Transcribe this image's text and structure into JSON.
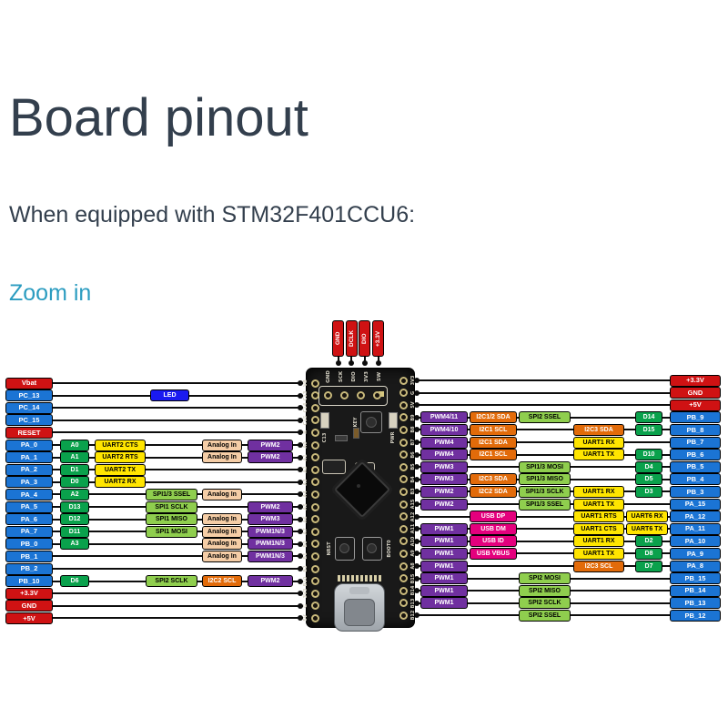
{
  "header": {
    "title": "Board pinout",
    "subtitle": "When equipped with STM32F401CCU6:",
    "zoom_link": "Zoom in"
  },
  "diagram": {
    "colors": {
      "power": {
        "bg": "#cf1213",
        "fg": "#ffffff"
      },
      "gpio": {
        "bg": "#1b74d4",
        "fg": "#ffffff"
      },
      "ad": {
        "bg": "#0aa14c",
        "fg": "#ffffff"
      },
      "uart": {
        "bg": "#ffe500",
        "fg": "#000000"
      },
      "spi": {
        "bg": "#8fce4e",
        "fg": "#000000"
      },
      "analog": {
        "bg": "#f5cda6",
        "fg": "#000000"
      },
      "pwm": {
        "bg": "#7030a0",
        "fg": "#ffffff"
      },
      "i2c": {
        "bg": "#e26b0a",
        "fg": "#ffffff"
      },
      "usbp": {
        "bg": "#e4007d",
        "fg": "#ffffff"
      },
      "led": {
        "bg": "#1a1af0",
        "fg": "#ffffff"
      }
    },
    "left_rows": [
      {
        "pin": "Vbat",
        "c": "power",
        "boxes": []
      },
      {
        "pin": "PC_13",
        "c": "gpio",
        "boxes": [
          [
            "LED",
            "led",
            "led"
          ]
        ]
      },
      {
        "pin": "PC_14",
        "c": "gpio",
        "boxes": []
      },
      {
        "pin": "PC_15",
        "c": "gpio",
        "boxes": []
      },
      {
        "pin": "RESET",
        "c": "power",
        "boxes": []
      },
      {
        "pin": "PA_0",
        "c": "gpio",
        "boxes": [
          [
            "A0",
            "ad",
            "ad"
          ],
          [
            "UART2 CTS",
            "uart",
            "uart"
          ],
          [
            "Analog In",
            "analog",
            "analog"
          ],
          [
            "PWM2",
            "pwm",
            "pwm"
          ]
        ]
      },
      {
        "pin": "PA_1",
        "c": "gpio",
        "boxes": [
          [
            "A1",
            "ad",
            "ad"
          ],
          [
            "UART2 RTS",
            "uart",
            "uart"
          ],
          [
            "Analog In",
            "analog",
            "analog"
          ],
          [
            "PWM2",
            "pwm",
            "pwm"
          ]
        ]
      },
      {
        "pin": "PA_2",
        "c": "gpio",
        "boxes": [
          [
            "D1",
            "ad",
            "ad"
          ],
          [
            "UART2 TX",
            "uart",
            "uart"
          ]
        ]
      },
      {
        "pin": "PA_3",
        "c": "gpio",
        "boxes": [
          [
            "D0",
            "ad",
            "ad"
          ],
          [
            "UART2 RX",
            "uart",
            "uart"
          ]
        ]
      },
      {
        "pin": "PA_4",
        "c": "gpio",
        "boxes": [
          [
            "A2",
            "ad",
            "ad"
          ],
          [
            "SPI1/3 SSEL",
            "spi",
            "spi"
          ],
          [
            "Analog In",
            "analog",
            "analog"
          ]
        ]
      },
      {
        "pin": "PA_5",
        "c": "gpio",
        "boxes": [
          [
            "D13",
            "ad",
            "ad"
          ],
          [
            "SPI1 SCLK",
            "spi",
            "spi"
          ],
          [
            "PWM2",
            "pwm",
            "pwm"
          ]
        ]
      },
      {
        "pin": "PA_6",
        "c": "gpio",
        "boxes": [
          [
            "D12",
            "ad",
            "ad"
          ],
          [
            "SPI1 MISO",
            "spi",
            "spi"
          ],
          [
            "Analog In",
            "analog",
            "analog"
          ],
          [
            "PWM3",
            "pwm",
            "pwm"
          ]
        ]
      },
      {
        "pin": "PA_7",
        "c": "gpio",
        "boxes": [
          [
            "D11",
            "ad",
            "ad"
          ],
          [
            "SPI1 MOSI",
            "spi",
            "spi"
          ],
          [
            "Analog In",
            "analog",
            "analog"
          ],
          [
            "PWM1N/3",
            "pwm",
            "pwm"
          ]
        ]
      },
      {
        "pin": "PB_0",
        "c": "gpio",
        "boxes": [
          [
            "A3",
            "ad",
            "ad"
          ],
          [
            "Analog In",
            "analog",
            "analog"
          ],
          [
            "PWM1N/3",
            "pwm",
            "pwm"
          ]
        ]
      },
      {
        "pin": "PB_1",
        "c": "gpio",
        "boxes": [
          [
            "Analog In",
            "analog",
            "analog"
          ],
          [
            "PWM1N/3",
            "pwm",
            "pwm"
          ]
        ]
      },
      {
        "pin": "PB_2",
        "c": "gpio",
        "boxes": []
      },
      {
        "pin": "PB_10",
        "c": "gpio",
        "boxes": [
          [
            "D6",
            "ad",
            "ad"
          ],
          [
            "SPI2 SCLK",
            "spi",
            "spi"
          ],
          [
            "I2C2 SCL",
            "i2c",
            "analog"
          ],
          [
            "PWM2",
            "pwm",
            "pwm"
          ]
        ]
      },
      {
        "pin": "+3.3V",
        "c": "power",
        "boxes": []
      },
      {
        "pin": "GND",
        "c": "power",
        "boxes": []
      },
      {
        "pin": "+5V",
        "c": "power",
        "boxes": []
      }
    ],
    "right_rows": [
      {
        "pin": "+3.3V",
        "c": "power",
        "boxes": []
      },
      {
        "pin": "GND",
        "c": "power",
        "boxes": []
      },
      {
        "pin": "+5V",
        "c": "power",
        "boxes": []
      },
      {
        "pin": "PB_9",
        "c": "gpio",
        "boxes": [
          [
            "PWM4/11",
            "pwm",
            "pwm"
          ],
          [
            "I2C1/2 SDA",
            "i2c",
            "usb"
          ],
          [
            "SPI2 SSEL",
            "spi",
            "spi"
          ],
          [
            "D14",
            "ad",
            "d"
          ]
        ]
      },
      {
        "pin": "PB_8",
        "c": "gpio",
        "boxes": [
          [
            "PWM4/10",
            "pwm",
            "pwm"
          ],
          [
            "I2C1 SCL",
            "i2c",
            "usb"
          ],
          [
            "I2C3 SDA",
            "i2c",
            "uart"
          ],
          [
            "D15",
            "ad",
            "d"
          ]
        ]
      },
      {
        "pin": "PB_7",
        "c": "gpio",
        "boxes": [
          [
            "PWM4",
            "pwm",
            "pwm"
          ],
          [
            "I2C1 SDA",
            "i2c",
            "usb"
          ],
          [
            "UART1 RX",
            "uart",
            "uart"
          ]
        ]
      },
      {
        "pin": "PB_6",
        "c": "gpio",
        "boxes": [
          [
            "PWM4",
            "pwm",
            "pwm"
          ],
          [
            "I2C1 SCL",
            "i2c",
            "usb"
          ],
          [
            "UART1 TX",
            "uart",
            "uart"
          ],
          [
            "D10",
            "ad",
            "d"
          ]
        ]
      },
      {
        "pin": "PB_5",
        "c": "gpio",
        "boxes": [
          [
            "PWM3",
            "pwm",
            "pwm"
          ],
          [
            "SPI1/3 MOSI",
            "spi",
            "spi"
          ],
          [
            "D4",
            "ad",
            "d"
          ]
        ]
      },
      {
        "pin": "PB_4",
        "c": "gpio",
        "boxes": [
          [
            "PWM3",
            "pwm",
            "pwm"
          ],
          [
            "I2C3 SDA",
            "i2c",
            "usb"
          ],
          [
            "SPI1/3 MISO",
            "spi",
            "spi"
          ],
          [
            "D5",
            "ad",
            "d"
          ]
        ]
      },
      {
        "pin": "PB_3",
        "c": "gpio",
        "boxes": [
          [
            "PWM2",
            "pwm",
            "pwm"
          ],
          [
            "I2C2 SDA",
            "i2c",
            "usb"
          ],
          [
            "SPI1/3 SCLK",
            "spi",
            "spi"
          ],
          [
            "UART1 RX",
            "uart",
            "uart"
          ],
          [
            "D3",
            "ad",
            "d"
          ]
        ]
      },
      {
        "pin": "PA_15",
        "c": "gpio",
        "boxes": [
          [
            "PWM2",
            "pwm",
            "pwm"
          ],
          [
            "SPI1/3 SSEL",
            "spi",
            "spi"
          ],
          [
            "UART1 TX",
            "uart",
            "uart"
          ]
        ]
      },
      {
        "pin": "PA_12",
        "c": "gpio",
        "boxes": [
          [
            "USB DP",
            "usbp",
            "usb"
          ],
          [
            "UART1 RTS",
            "uart",
            "uart"
          ],
          [
            "UART6 RX",
            "uart",
            "uart6"
          ]
        ]
      },
      {
        "pin": "PA_11",
        "c": "gpio",
        "boxes": [
          [
            "PWM1",
            "pwm",
            "pwm"
          ],
          [
            "USB DM",
            "usbp",
            "usb"
          ],
          [
            "UART1 CTS",
            "uart",
            "uart"
          ],
          [
            "UART6 TX",
            "uart",
            "uart6"
          ]
        ]
      },
      {
        "pin": "PA_10",
        "c": "gpio",
        "boxes": [
          [
            "PWM1",
            "pwm",
            "pwm"
          ],
          [
            "USB ID",
            "usbp",
            "usb"
          ],
          [
            "UART1 RX",
            "uart",
            "uart"
          ],
          [
            "D2",
            "ad",
            "d"
          ]
        ]
      },
      {
        "pin": "PA_9",
        "c": "gpio",
        "boxes": [
          [
            "PWM1",
            "pwm",
            "pwm"
          ],
          [
            "USB VBUS",
            "usbp",
            "usb"
          ],
          [
            "UART1 TX",
            "uart",
            "uart"
          ],
          [
            "D8",
            "ad",
            "d"
          ]
        ]
      },
      {
        "pin": "PA_8",
        "c": "gpio",
        "boxes": [
          [
            "PWM1",
            "pwm",
            "pwm"
          ],
          [
            "I2C3 SCL",
            "i2c",
            "uart"
          ],
          [
            "D7",
            "ad",
            "d"
          ]
        ]
      },
      {
        "pin": "PB_15",
        "c": "gpio",
        "boxes": [
          [
            "PWM1",
            "pwm",
            "pwm"
          ],
          [
            "SPI2 MOSI",
            "spi",
            "spi"
          ]
        ]
      },
      {
        "pin": "PB_14",
        "c": "gpio",
        "boxes": [
          [
            "PWM1",
            "pwm",
            "pwm"
          ],
          [
            "SPI2 MISO",
            "spi",
            "spi"
          ]
        ]
      },
      {
        "pin": "PB_13",
        "c": "gpio",
        "boxes": [
          [
            "PWM1",
            "pwm",
            "pwm"
          ],
          [
            "SPI2 SCLK",
            "spi",
            "spi"
          ]
        ]
      },
      {
        "pin": "PB_12",
        "c": "gpio",
        "boxes": [
          [
            "SPI2 SSEL",
            "spi",
            "spi"
          ]
        ]
      }
    ],
    "board": {
      "top_connector": [
        "GND",
        "DCLK",
        "DIO",
        "+3.3V"
      ],
      "silkscreen_header": [
        "GND",
        "SCK",
        "DIO",
        "3V3",
        "SW"
      ],
      "edge_left": [
        "VB",
        "C13",
        "C14",
        "C15",
        "R",
        "A0",
        "A1",
        "A2",
        "A3",
        "A4",
        "A5",
        "A6",
        "A7",
        "B0",
        "B1",
        "B2",
        "B10",
        "3V3",
        "G",
        "5V"
      ],
      "edge_right": [
        "3V3",
        "G",
        "5V",
        "B9",
        "B8",
        "B7",
        "B6",
        "B5",
        "B4",
        "B3",
        "A15",
        "A12",
        "A11",
        "A10",
        "A9",
        "A8",
        "B15",
        "B14",
        "B13",
        "B12"
      ],
      "key_label": "KEY",
      "nrst_label": "NRST",
      "boot_label": "BOOT0",
      "c13_label": "C13",
      "pwr_label": "PWR"
    }
  }
}
